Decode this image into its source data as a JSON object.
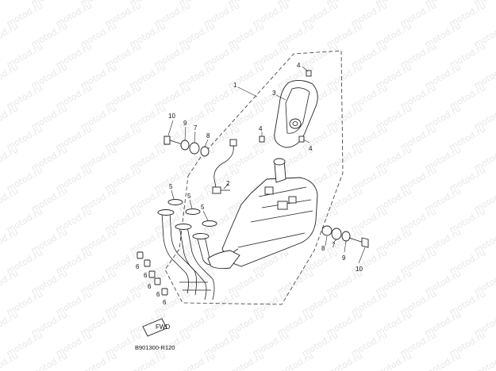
{
  "watermark": "motod.ru",
  "diagram_code": "B901300-R120",
  "fwd_label": "FWD",
  "callouts": {
    "c1": "1",
    "c2": "2",
    "c3": "3",
    "c4a": "4",
    "c4b": "4",
    "c4c": "4",
    "c5a": "5",
    "c5b": "5",
    "c5c": "5",
    "c6a": "6",
    "c6b": "6",
    "c6c": "6",
    "c6d": "6",
    "c6e": "6",
    "c7a": "7",
    "c7b": "7",
    "c8a": "8",
    "c8b": "8",
    "c9a": "9",
    "c9b": "9",
    "c10a": "10",
    "c10b": "10"
  }
}
